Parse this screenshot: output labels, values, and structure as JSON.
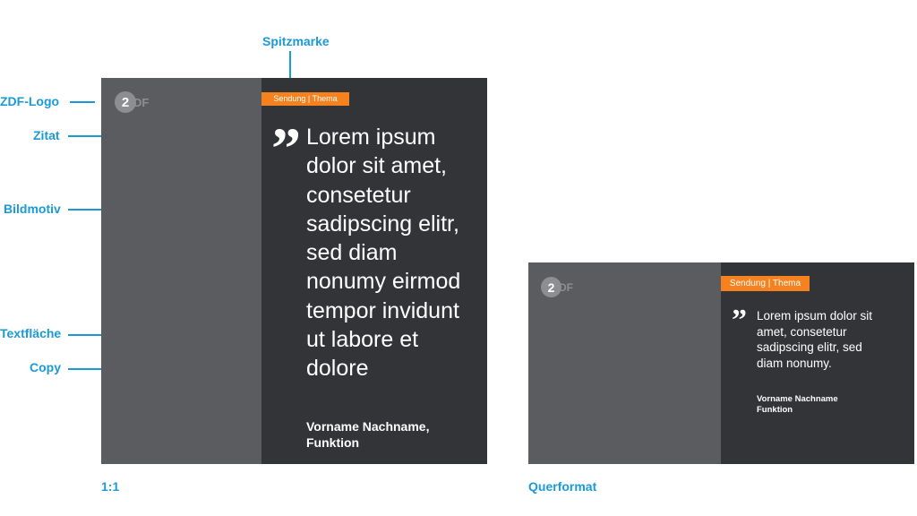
{
  "callouts": {
    "spitzmarke": "Spitzmarke",
    "logo": "ZDF-Logo",
    "zitat": "Zitat",
    "bildmotiv": "Bildmotiv",
    "textflaeche": "Textfläche",
    "copy": "Copy"
  },
  "colors": {
    "callout": "#1a9ad6",
    "image_area": "#5a5c5f",
    "text_area": "#323438",
    "kicker": "#f5821f"
  },
  "square": {
    "caption": "1:1",
    "logo_disc": "2",
    "logo_rest": "DF",
    "kicker": "Sendung | Thema",
    "quote_glyph": "”",
    "quote_lines": [
      "Lorem ipsum",
      "dolor sit amet,",
      "consetetur",
      "sadipscing elitr,",
      "sed diam",
      "nonumy eirmod",
      "tempor invidunt",
      "ut labore et",
      "dolore"
    ],
    "author_line1": "Vorname Nachname,",
    "author_line2": "Funktion"
  },
  "landscape": {
    "caption": "Querformat",
    "logo_disc": "2",
    "logo_rest": "DF",
    "kicker": "Sendung | Thema",
    "quote_glyph": "”",
    "quote_lines": [
      "Lorem ipsum dolor sit",
      "amet, consetetur",
      "sadipscing elitr, sed",
      "diam nonumy."
    ],
    "author_line1": "Vorname Nachname",
    "author_line2": "Funktion"
  }
}
